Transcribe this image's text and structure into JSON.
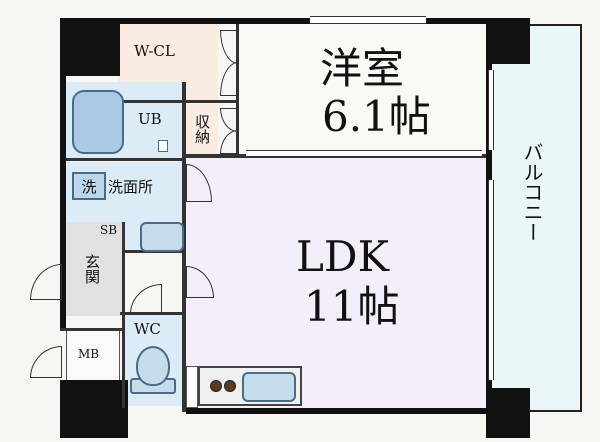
{
  "rooms": {
    "western_room": {
      "name": "洋室",
      "size": "6.1帖"
    },
    "ldk": {
      "name": "LDK",
      "size": "11帖"
    },
    "walk_in_closet": {
      "name": "W-CL"
    },
    "bath": {
      "name": "UB"
    },
    "storage": {
      "name": "収納"
    },
    "washroom": {
      "name": "洗面所",
      "icon_text": "洗"
    },
    "shoe_box": {
      "name": "SB"
    },
    "entrance": {
      "name": "玄関"
    },
    "toilet": {
      "name": "WC"
    },
    "meter_box": {
      "name": "MB"
    },
    "balcony": {
      "name": "バルコニー"
    }
  },
  "colors": {
    "wall": "#111111",
    "ldk": "#f4eefb",
    "wet_area": "#dcecf7",
    "closet": "#fbece2",
    "balcony": "#e9f7f8"
  }
}
